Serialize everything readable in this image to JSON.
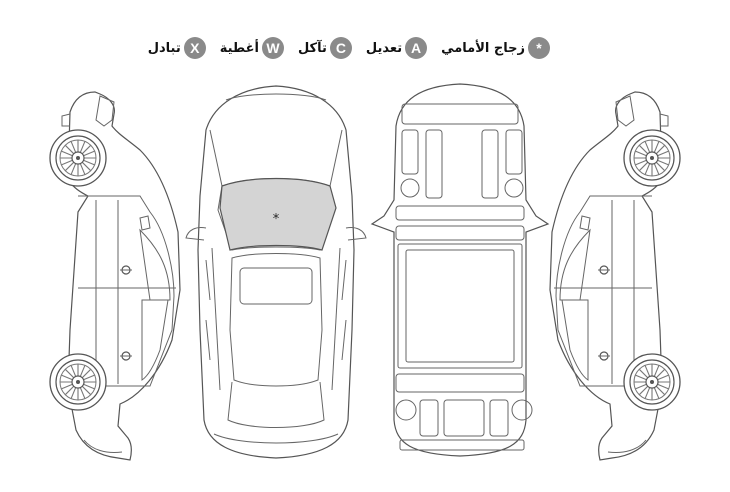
{
  "legend": {
    "items": [
      {
        "symbol": "*",
        "label": "زجاج الأمامي"
      },
      {
        "symbol": "A",
        "label": "تعديل"
      },
      {
        "symbol": "C",
        "label": "تآكل"
      },
      {
        "symbol": "W",
        "label": "أغطية"
      },
      {
        "symbol": "X",
        "label": "تبادل"
      }
    ]
  },
  "marks": {
    "windshield_symbol": "*"
  },
  "colors": {
    "badge": "#8a8a8a",
    "windshield_highlight": "#d4d4d4",
    "line": "#555555"
  }
}
